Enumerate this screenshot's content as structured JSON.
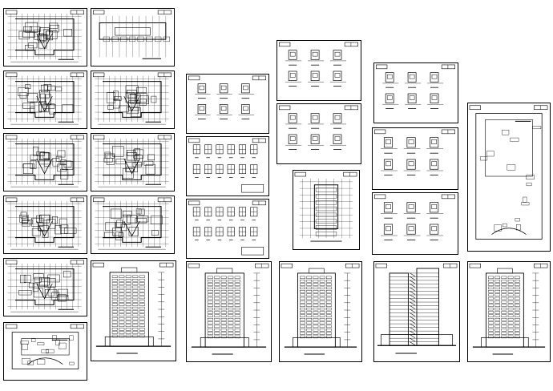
{
  "viewer": {
    "title": "",
    "background": "#ffffff",
    "line_color": "#000000"
  },
  "sheets": [
    {
      "kind": "floor-plan"
    },
    {
      "kind": "floor-plan-wide"
    },
    {
      "kind": "floor-plan"
    },
    {
      "kind": "floor-plan"
    },
    {
      "kind": "floor-plan"
    },
    {
      "kind": "floor-plan"
    },
    {
      "kind": "floor-plan"
    },
    {
      "kind": "floor-plan"
    },
    {
      "kind": "floor-plan"
    },
    {
      "kind": "floor-plan-site"
    },
    {
      "kind": "elevation"
    },
    {
      "kind": "details"
    },
    {
      "kind": "window-schedule"
    },
    {
      "kind": "window-schedule"
    },
    {
      "kind": "elevation"
    },
    {
      "kind": "details"
    },
    {
      "kind": "details"
    },
    {
      "kind": "floor-plan-small"
    },
    {
      "kind": "elevation"
    },
    {
      "kind": "details"
    },
    {
      "kind": "details"
    },
    {
      "kind": "details"
    },
    {
      "kind": "section"
    },
    {
      "kind": "site-plan"
    },
    {
      "kind": "elevation"
    }
  ]
}
